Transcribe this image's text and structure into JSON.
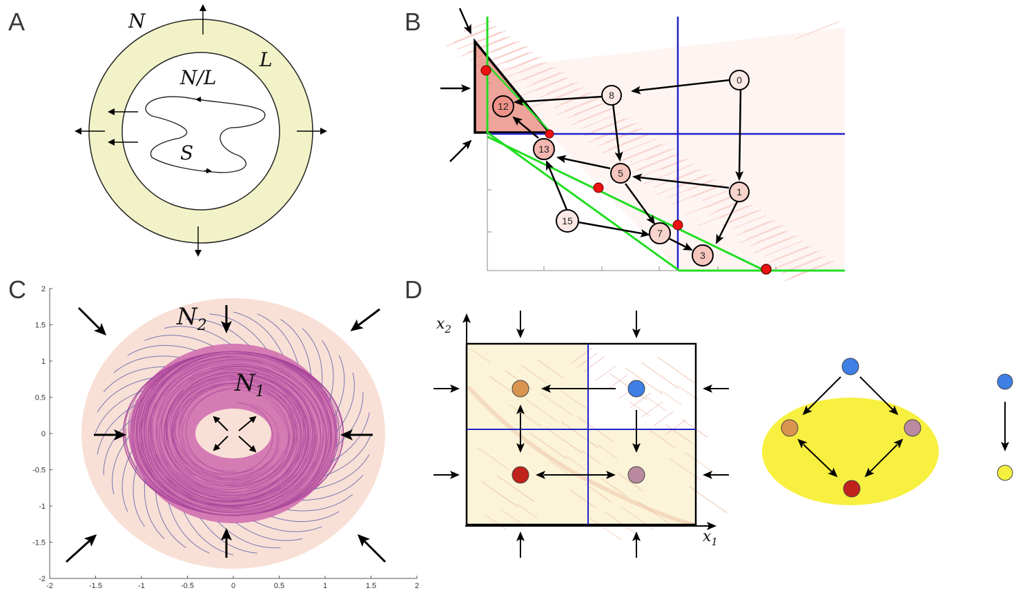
{
  "panels": {
    "A": {
      "letter": "A",
      "outer_label": "N",
      "ring_label": "L",
      "inner_label": "N/L",
      "curve_label": "S"
    },
    "B": {
      "letter": "B",
      "nodes": [
        "0",
        "8",
        "12",
        "13",
        "5",
        "1",
        "15",
        "7",
        "3"
      ]
    },
    "C": {
      "letter": "C",
      "outer_label": "N",
      "outer_sub": "2",
      "inner_label": "N",
      "inner_sub": "1",
      "x_ticks": [
        "-2",
        "-1.5",
        "-1",
        "-0.5",
        "0",
        "0.5",
        "1",
        "1.5",
        "2"
      ],
      "y_ticks": [
        "2",
        "1.5",
        "1",
        "0.5",
        "0",
        "-0.5",
        "-1",
        "-1.5",
        "-2"
      ]
    },
    "D": {
      "letter": "D",
      "x_axis_label": "x",
      "x_axis_sub": "1",
      "y_axis_label": "x",
      "y_axis_sub": "2"
    }
  },
  "colors": {
    "ring": "#f2f2c8",
    "blue_line": "#2222cc",
    "green_line": "#22dd22",
    "red_point": "#ee1111",
    "stream_pink": "#f4b8b0",
    "disk_peach": "#f8e0d8",
    "spiral_magenta": "#b04a9c",
    "box_cream": "#fbf4d8",
    "node_orange": "#d99450",
    "node_blue": "#3f7fe6",
    "node_mauve": "#b98aa0",
    "node_red": "#c0221c",
    "node_yellow": "#f5f040",
    "yellow_ellipse": "#f8f040"
  }
}
